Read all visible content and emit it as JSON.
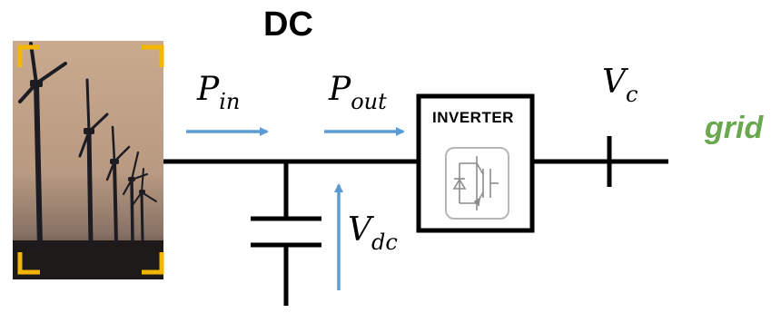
{
  "diagram": {
    "section_title": "DC",
    "p_in": {
      "symbol": "P",
      "subscript": "in"
    },
    "p_out": {
      "symbol": "P",
      "subscript": "out"
    },
    "v_dc": {
      "symbol": "V",
      "subscript": "dc"
    },
    "v_c": {
      "symbol": "V",
      "subscript": "c"
    },
    "inverter_label": "INVERTER",
    "grid_label": "grid",
    "colors": {
      "arrow": "#5b9bd5",
      "grid_text": "#6aa84f",
      "frame_corners": "#f2b705",
      "wire": "#000000"
    },
    "icons": [
      "wind-turbine-photo",
      "capacitor-symbol",
      "igbt-switch-icon"
    ]
  }
}
